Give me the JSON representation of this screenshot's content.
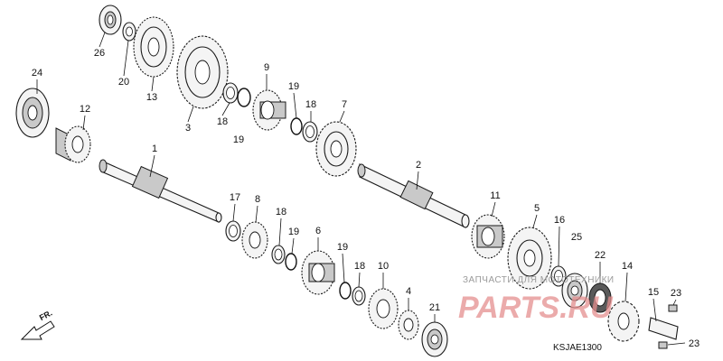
{
  "diagram": {
    "callouts": [
      {
        "id": "c24",
        "text": "24"
      },
      {
        "id": "c12",
        "text": "12"
      },
      {
        "id": "c26",
        "text": "26"
      },
      {
        "id": "c20",
        "text": "20"
      },
      {
        "id": "c13",
        "text": "13"
      },
      {
        "id": "c3",
        "text": "3"
      },
      {
        "id": "c9",
        "text": "9"
      },
      {
        "id": "c18a",
        "text": "18"
      },
      {
        "id": "c19a",
        "text": "19"
      },
      {
        "id": "c19b",
        "text": "19"
      },
      {
        "id": "c18b",
        "text": "18"
      },
      {
        "id": "c7",
        "text": "7"
      },
      {
        "id": "c1",
        "text": "1"
      },
      {
        "id": "c2",
        "text": "2"
      },
      {
        "id": "c17",
        "text": "17"
      },
      {
        "id": "c8",
        "text": "8"
      },
      {
        "id": "c18c",
        "text": "18"
      },
      {
        "id": "c19c",
        "text": "19"
      },
      {
        "id": "c6",
        "text": "6"
      },
      {
        "id": "c19d",
        "text": "19"
      },
      {
        "id": "c18d",
        "text": "18"
      },
      {
        "id": "c10",
        "text": "10"
      },
      {
        "id": "c4",
        "text": "4"
      },
      {
        "id": "c21",
        "text": "21"
      },
      {
        "id": "c11",
        "text": "11"
      },
      {
        "id": "c5",
        "text": "5"
      },
      {
        "id": "c16",
        "text": "16"
      },
      {
        "id": "c25",
        "text": "25"
      },
      {
        "id": "c22",
        "text": "22"
      },
      {
        "id": "c14",
        "text": "14"
      },
      {
        "id": "c15",
        "text": "15"
      },
      {
        "id": "c23a",
        "text": "23"
      },
      {
        "id": "c23b",
        "text": "23"
      }
    ],
    "direction_label": "FR.",
    "diagram_code": "KSJAE1300"
  },
  "watermark": {
    "text": "ЗАПЧАСТИ ДЛЯ МОТОТЕХНИКИ",
    "logo_text": "PARTS.RU",
    "logo_color": "#e58f8f"
  }
}
